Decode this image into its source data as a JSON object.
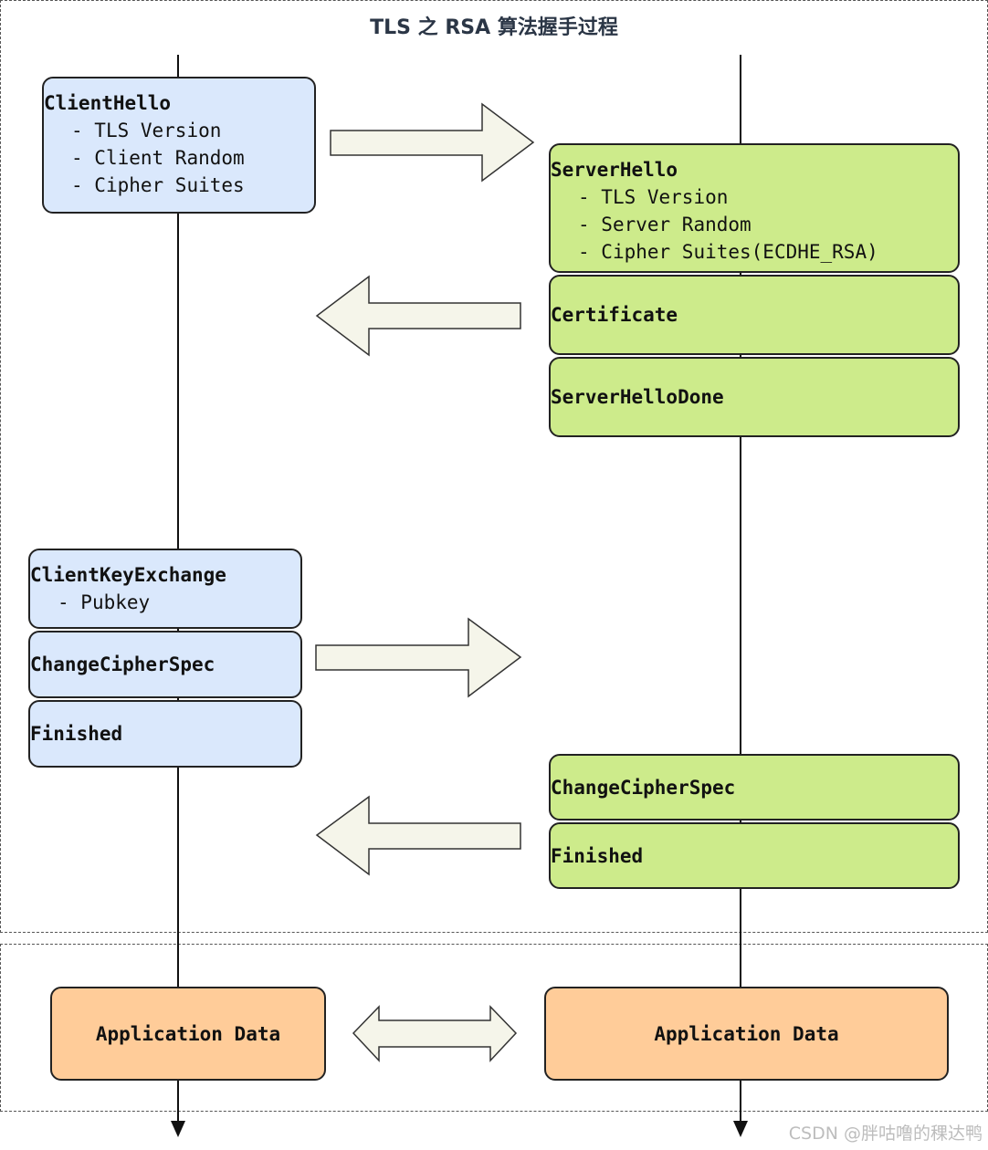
{
  "title": "TLS 之 RSA 算法握手过程",
  "client": {
    "hello": {
      "title": "ClientHello",
      "items": [
        "TLS Version",
        "Client Random",
        "Cipher Suites"
      ]
    },
    "key_exchange": {
      "title": "ClientKeyExchange",
      "items": [
        "Pubkey"
      ]
    },
    "change_cipher_spec": "ChangeCipherSpec",
    "finished": "Finished",
    "application_data": "Application Data"
  },
  "server": {
    "hello": {
      "title": "ServerHello",
      "items": [
        "TLS Version",
        "Server Random",
        "Cipher Suites(ECDHE_RSA)"
      ]
    },
    "certificate": "Certificate",
    "hello_done": "ServerHelloDone",
    "change_cipher_spec": "ChangeCipherSpec",
    "finished": "Finished",
    "application_data": "Application Data"
  },
  "watermark": "CSDN @胖咕噜的稞达鸭",
  "colors": {
    "client": "#dae8fc",
    "server": "#cdeb8b",
    "application": "#ffcc99",
    "arrow_fill": "#f5f5ea"
  }
}
